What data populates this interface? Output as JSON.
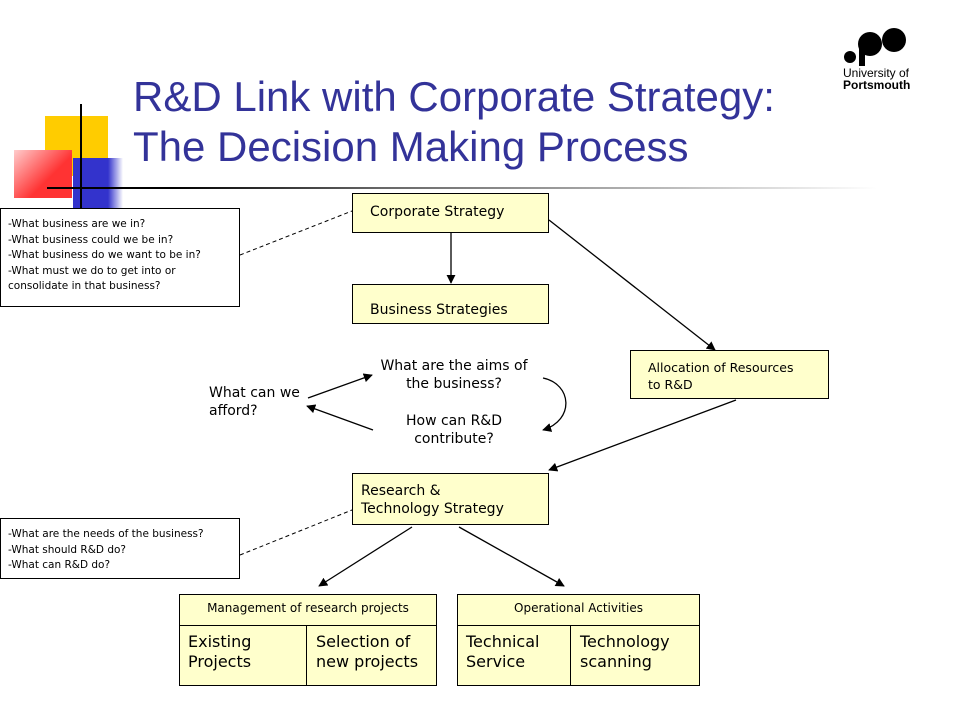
{
  "slide": {
    "title_line1": "R&D Link with Corporate Strategy:",
    "title_line2": "The Decision Making Process"
  },
  "logo": {
    "line1": "University of",
    "line2": "Portsmouth",
    "accent": "#000000"
  },
  "colors": {
    "title": "#333399",
    "box_fill": "#ffffcc",
    "deco_yellow": "#ffcc00",
    "deco_blue": "#3333cc",
    "deco_red": "#ff3333"
  },
  "diagram": {
    "corporate_strategy": "Corporate Strategy",
    "business_strategies": "Business Strategies",
    "allocation_line1": "Allocation of Resources",
    "allocation_line2": "to R&D",
    "research_line1": "Research &",
    "research_line2": "Technology Strategy",
    "aims_line1": "What are the aims of",
    "aims_line2": "the business?",
    "contribute_line1": "How can R&D",
    "contribute_line2": "contribute?",
    "afford_line1": "What can we",
    "afford_line2": "afford?",
    "questions_top": [
      "-What business are we in?",
      "-What business could we be in?",
      "-What business do we want to be in?",
      "-What must we do to get into or",
      "consolidate in that business?"
    ],
    "questions_bottom": [
      "-What are the needs of the business?",
      "-What should R&D do?",
      "-What can R&D do?"
    ],
    "management": {
      "header": "Management  of research projects",
      "left_line1": "Existing",
      "left_line2": "Projects",
      "right_line1": "Selection of",
      "right_line2": "new projects"
    },
    "operational": {
      "header": "Operational Activities",
      "left_line1": "Technical",
      "left_line2": "Service",
      "right_line1": "Technology",
      "right_line2": "scanning"
    }
  }
}
